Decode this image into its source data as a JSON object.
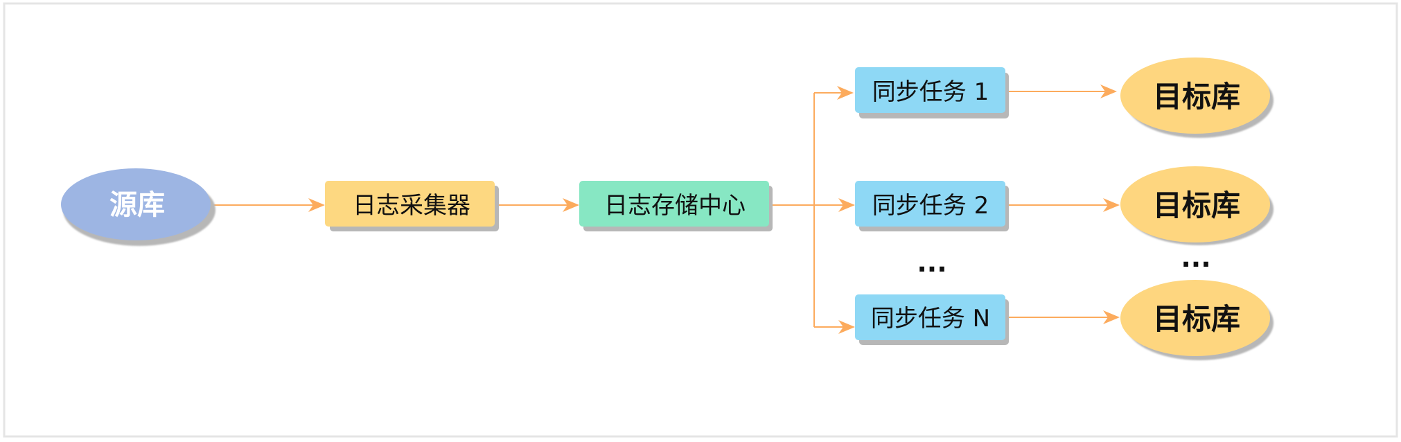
{
  "colors": {
    "source": "#9db5e3",
    "collector": "#fdd881",
    "storage": "#87e7c3",
    "task": "#8ed8f5",
    "target": "#fed67f",
    "shadow": "#b7b7b7",
    "arrow": "#fcab5d",
    "frame": "#e5e5e5",
    "text_dark": "#111111",
    "text_light": "#ffffff"
  },
  "source": {
    "label": "源库"
  },
  "collector": {
    "label": "日志采集器"
  },
  "storage": {
    "label": "日志存储中心"
  },
  "tasks": [
    {
      "label": "同步任务 1"
    },
    {
      "label": "同步任务 2"
    },
    {
      "label": "同步任务 N"
    }
  ],
  "targets": [
    {
      "label": "目标库"
    },
    {
      "label": "目标库"
    },
    {
      "label": "目标库"
    }
  ],
  "ellipsis": {
    "tasks": "...",
    "targets": "..."
  }
}
